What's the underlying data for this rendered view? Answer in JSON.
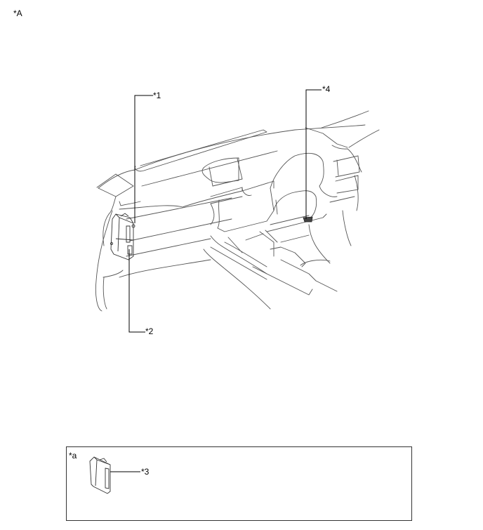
{
  "figure": {
    "view_label": "*A",
    "callouts": [
      {
        "id": "1",
        "text": "*1"
      },
      {
        "id": "2",
        "text": "*2"
      },
      {
        "id": "3",
        "text": "*3"
      },
      {
        "id": "4",
        "text": "*4"
      }
    ],
    "inset": {
      "label": "*a",
      "callout": "*3"
    },
    "colors": {
      "line": "#555555",
      "leader": "#000000",
      "border": "#333333",
      "background": "#ffffff"
    }
  }
}
